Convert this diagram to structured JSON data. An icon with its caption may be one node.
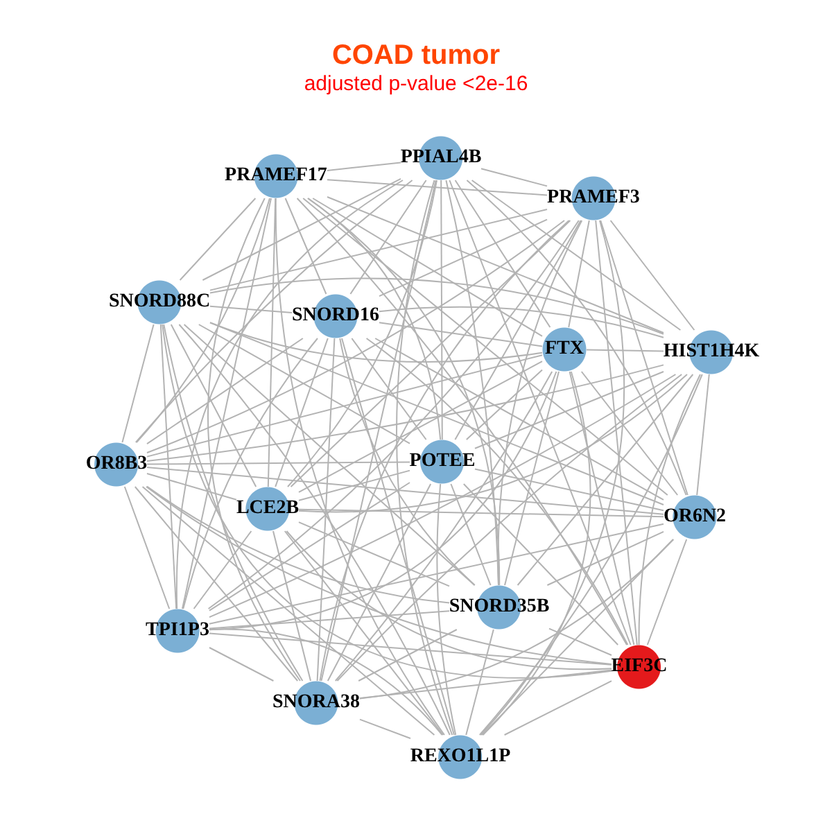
{
  "diagram": {
    "title": "COAD tumor",
    "labels": [
      "adjusted p-value <2e-16"
    ],
    "nodes": [
      {
        "text": [
          "PPIAL4B"
        ]
      },
      {
        "text": [
          "PRAMEF17"
        ]
      },
      {
        "text": [
          "PRAMEF3"
        ]
      },
      {
        "text": [
          "SNORD88C"
        ]
      },
      {
        "text": [
          "SNORD16"
        ]
      },
      {
        "text": [
          "FTX"
        ]
      },
      {
        "text": [
          "HIST1H4K"
        ]
      },
      {
        "text": [
          "OR8B3"
        ]
      },
      {
        "text": [
          "POTEE"
        ]
      },
      {
        "text": [
          "LCE2B"
        ]
      },
      {
        "text": [
          "OR6N2"
        ]
      },
      {
        "text": [
          "SNORD35B"
        ]
      },
      {
        "text": [
          "TPI1P3"
        ]
      },
      {
        "text": [
          "EIF3C"
        ]
      },
      {
        "text": [
          "SNORA38"
        ]
      },
      {
        "text": [
          "REXO1L1P"
        ]
      }
    ],
    "edges": [
      {
        "from": 0,
        "to": 1,
        "arrow": "none"
      },
      {
        "from": 0,
        "to": 2,
        "arrow": "none"
      },
      {
        "from": 0,
        "to": 3,
        "arrow": "none"
      },
      {
        "from": 0,
        "to": 4,
        "arrow": "none"
      },
      {
        "from": 0,
        "to": 5,
        "arrow": "none"
      },
      {
        "from": 0,
        "to": 6,
        "arrow": "none"
      },
      {
        "from": 0,
        "to": 7,
        "arrow": "none"
      },
      {
        "from": 0,
        "to": 8,
        "arrow": "none"
      },
      {
        "from": 0,
        "to": 9,
        "arrow": "none"
      },
      {
        "from": 0,
        "to": 10,
        "arrow": "none"
      },
      {
        "from": 0,
        "to": 11,
        "arrow": "none"
      },
      {
        "from": 0,
        "to": 12,
        "arrow": "none"
      },
      {
        "from": 0,
        "to": 13,
        "arrow": "none"
      },
      {
        "from": 0,
        "to": 14,
        "arrow": "none"
      },
      {
        "from": 0,
        "to": 15,
        "arrow": "none"
      },
      {
        "from": 1,
        "to": 2,
        "arrow": "none"
      },
      {
        "from": 1,
        "to": 3,
        "arrow": "none"
      },
      {
        "from": 1,
        "to": 4,
        "arrow": "none"
      },
      {
        "from": 1,
        "to": 5,
        "arrow": "none"
      },
      {
        "from": 1,
        "to": 6,
        "arrow": "none"
      },
      {
        "from": 1,
        "to": 7,
        "arrow": "none"
      },
      {
        "from": 1,
        "to": 8,
        "arrow": "none"
      },
      {
        "from": 1,
        "to": 9,
        "arrow": "none"
      },
      {
        "from": 1,
        "to": 10,
        "arrow": "none"
      },
      {
        "from": 1,
        "to": 11,
        "arrow": "none"
      },
      {
        "from": 1,
        "to": 12,
        "arrow": "none"
      },
      {
        "from": 1,
        "to": 13,
        "arrow": "none"
      },
      {
        "from": 1,
        "to": 14,
        "arrow": "none"
      },
      {
        "from": 1,
        "to": 15,
        "arrow": "none"
      },
      {
        "from": 2,
        "to": 3,
        "arrow": "none"
      },
      {
        "from": 2,
        "to": 4,
        "arrow": "none"
      },
      {
        "from": 2,
        "to": 5,
        "arrow": "none"
      },
      {
        "from": 2,
        "to": 6,
        "arrow": "none"
      },
      {
        "from": 2,
        "to": 7,
        "arrow": "none"
      },
      {
        "from": 2,
        "to": 8,
        "arrow": "none"
      },
      {
        "from": 2,
        "to": 9,
        "arrow": "none"
      },
      {
        "from": 2,
        "to": 10,
        "arrow": "none"
      },
      {
        "from": 2,
        "to": 11,
        "arrow": "none"
      },
      {
        "from": 2,
        "to": 12,
        "arrow": "none"
      },
      {
        "from": 2,
        "to": 13,
        "arrow": "none"
      },
      {
        "from": 2,
        "to": 14,
        "arrow": "none"
      },
      {
        "from": 2,
        "to": 15,
        "arrow": "none"
      },
      {
        "from": 3,
        "to": 4,
        "arrow": "none"
      },
      {
        "from": 3,
        "to": 5,
        "arrow": "none"
      },
      {
        "from": 3,
        "to": 6,
        "arrow": "none"
      },
      {
        "from": 3,
        "to": 7,
        "arrow": "none"
      },
      {
        "from": 3,
        "to": 8,
        "arrow": "none"
      },
      {
        "from": 3,
        "to": 9,
        "arrow": "none"
      },
      {
        "from": 3,
        "to": 10,
        "arrow": "none"
      },
      {
        "from": 3,
        "to": 11,
        "arrow": "none"
      },
      {
        "from": 3,
        "to": 12,
        "arrow": "none"
      },
      {
        "from": 3,
        "to": 13,
        "arrow": "none"
      },
      {
        "from": 3,
        "to": 14,
        "arrow": "none"
      },
      {
        "from": 3,
        "to": 15,
        "arrow": "none"
      },
      {
        "from": 4,
        "to": 5,
        "arrow": "none"
      },
      {
        "from": 4,
        "to": 6,
        "arrow": "none"
      },
      {
        "from": 4,
        "to": 7,
        "arrow": "none"
      },
      {
        "from": 4,
        "to": 8,
        "arrow": "none"
      },
      {
        "from": 4,
        "to": 9,
        "arrow": "none"
      },
      {
        "from": 4,
        "to": 10,
        "arrow": "none"
      },
      {
        "from": 4,
        "to": 11,
        "arrow": "none"
      },
      {
        "from": 4,
        "to": 12,
        "arrow": "none"
      },
      {
        "from": 4,
        "to": 13,
        "arrow": "none"
      },
      {
        "from": 4,
        "to": 14,
        "arrow": "none"
      },
      {
        "from": 4,
        "to": 15,
        "arrow": "none"
      },
      {
        "from": 5,
        "to": 6,
        "arrow": "none"
      },
      {
        "from": 5,
        "to": 7,
        "arrow": "none"
      },
      {
        "from": 5,
        "to": 8,
        "arrow": "none"
      },
      {
        "from": 5,
        "to": 9,
        "arrow": "none"
      },
      {
        "from": 5,
        "to": 10,
        "arrow": "none"
      },
      {
        "from": 5,
        "to": 11,
        "arrow": "none"
      },
      {
        "from": 5,
        "to": 12,
        "arrow": "none"
      },
      {
        "from": 5,
        "to": 13,
        "arrow": "none"
      },
      {
        "from": 5,
        "to": 14,
        "arrow": "none"
      },
      {
        "from": 5,
        "to": 15,
        "arrow": "none"
      },
      {
        "from": 6,
        "to": 7,
        "arrow": "none"
      },
      {
        "from": 6,
        "to": 8,
        "arrow": "none"
      },
      {
        "from": 6,
        "to": 9,
        "arrow": "none"
      },
      {
        "from": 6,
        "to": 10,
        "arrow": "none"
      },
      {
        "from": 6,
        "to": 11,
        "arrow": "none"
      },
      {
        "from": 6,
        "to": 12,
        "arrow": "none"
      },
      {
        "from": 6,
        "to": 13,
        "arrow": "none"
      },
      {
        "from": 6,
        "to": 14,
        "arrow": "none"
      },
      {
        "from": 6,
        "to": 15,
        "arrow": "none"
      },
      {
        "from": 7,
        "to": 8,
        "arrow": "none"
      },
      {
        "from": 7,
        "to": 9,
        "arrow": "none"
      },
      {
        "from": 7,
        "to": 10,
        "arrow": "none"
      },
      {
        "from": 7,
        "to": 11,
        "arrow": "none"
      },
      {
        "from": 7,
        "to": 12,
        "arrow": "none"
      },
      {
        "from": 7,
        "to": 13,
        "arrow": "none"
      },
      {
        "from": 7,
        "to": 14,
        "arrow": "none"
      },
      {
        "from": 7,
        "to": 15,
        "arrow": "none"
      },
      {
        "from": 8,
        "to": 9,
        "arrow": "none"
      },
      {
        "from": 8,
        "to": 10,
        "arrow": "none"
      },
      {
        "from": 8,
        "to": 11,
        "arrow": "none"
      },
      {
        "from": 8,
        "to": 12,
        "arrow": "none"
      },
      {
        "from": 8,
        "to": 13,
        "arrow": "none"
      },
      {
        "from": 8,
        "to": 14,
        "arrow": "none"
      },
      {
        "from": 8,
        "to": 15,
        "arrow": "none"
      },
      {
        "from": 9,
        "to": 10,
        "arrow": "none"
      },
      {
        "from": 9,
        "to": 11,
        "arrow": "none"
      },
      {
        "from": 9,
        "to": 12,
        "arrow": "none"
      },
      {
        "from": 9,
        "to": 13,
        "arrow": "none"
      },
      {
        "from": 9,
        "to": 14,
        "arrow": "none"
      },
      {
        "from": 9,
        "to": 15,
        "arrow": "none"
      },
      {
        "from": 10,
        "to": 11,
        "arrow": "none"
      },
      {
        "from": 10,
        "to": 12,
        "arrow": "none"
      },
      {
        "from": 10,
        "to": 13,
        "arrow": "none"
      },
      {
        "from": 10,
        "to": 14,
        "arrow": "none"
      },
      {
        "from": 10,
        "to": 15,
        "arrow": "none"
      },
      {
        "from": 11,
        "to": 12,
        "arrow": "none"
      },
      {
        "from": 11,
        "to": 13,
        "arrow": "none"
      },
      {
        "from": 11,
        "to": 14,
        "arrow": "none"
      },
      {
        "from": 11,
        "to": 15,
        "arrow": "none"
      },
      {
        "from": 12,
        "to": 13,
        "arrow": "none"
      },
      {
        "from": 12,
        "to": 14,
        "arrow": "none"
      },
      {
        "from": 12,
        "to": 15,
        "arrow": "none"
      },
      {
        "from": 13,
        "to": 14,
        "arrow": "none"
      },
      {
        "from": 13,
        "to": 15,
        "arrow": "none"
      },
      {
        "from": 14,
        "to": 15,
        "arrow": "none"
      }
    ]
  }
}
